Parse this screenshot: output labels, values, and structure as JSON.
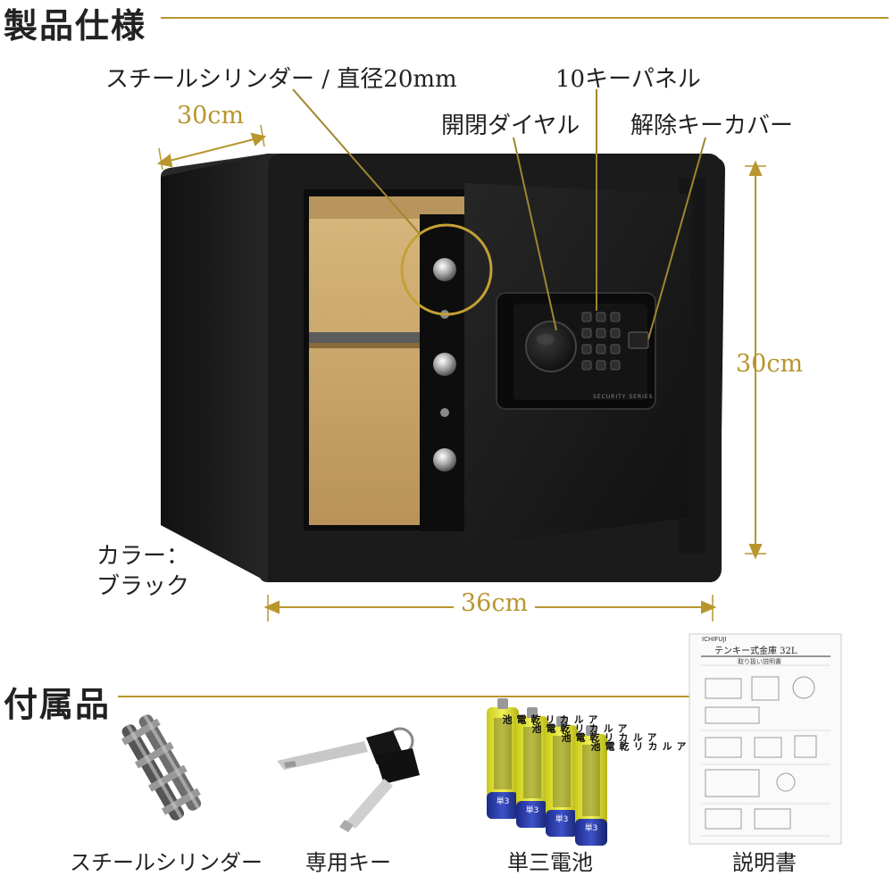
{
  "spec_section": {
    "title": "製品仕様"
  },
  "callouts": {
    "cylinder": "スチールシリンダー / 直径20mm",
    "keypad": "10キーパネル",
    "dial": "開閉ダイヤル",
    "key_cover": "解除キーカバー"
  },
  "dimensions": {
    "depth": "30cm",
    "height": "30cm",
    "width": "36cm"
  },
  "color_info": {
    "line1": "カラー：",
    "line2": "ブラック"
  },
  "panel_text": "SECURITY SERIES",
  "accessories_section": {
    "title": "付属品"
  },
  "accessories": [
    {
      "label": "スチールシリンダー"
    },
    {
      "label": "専用キー"
    },
    {
      "label": "単三電池"
    },
    {
      "label": "説明書"
    }
  ],
  "manual": {
    "brand": "ICHIFUJI",
    "title": "テンキー式金庫 32L",
    "subtitle": "取り扱い説明書"
  },
  "battery": {
    "text": "アルカリ乾電池",
    "size": "単3"
  },
  "colors": {
    "accent": "#b8962e",
    "safe_body": "#1a1a1a",
    "interior": "#c9a56b"
  }
}
